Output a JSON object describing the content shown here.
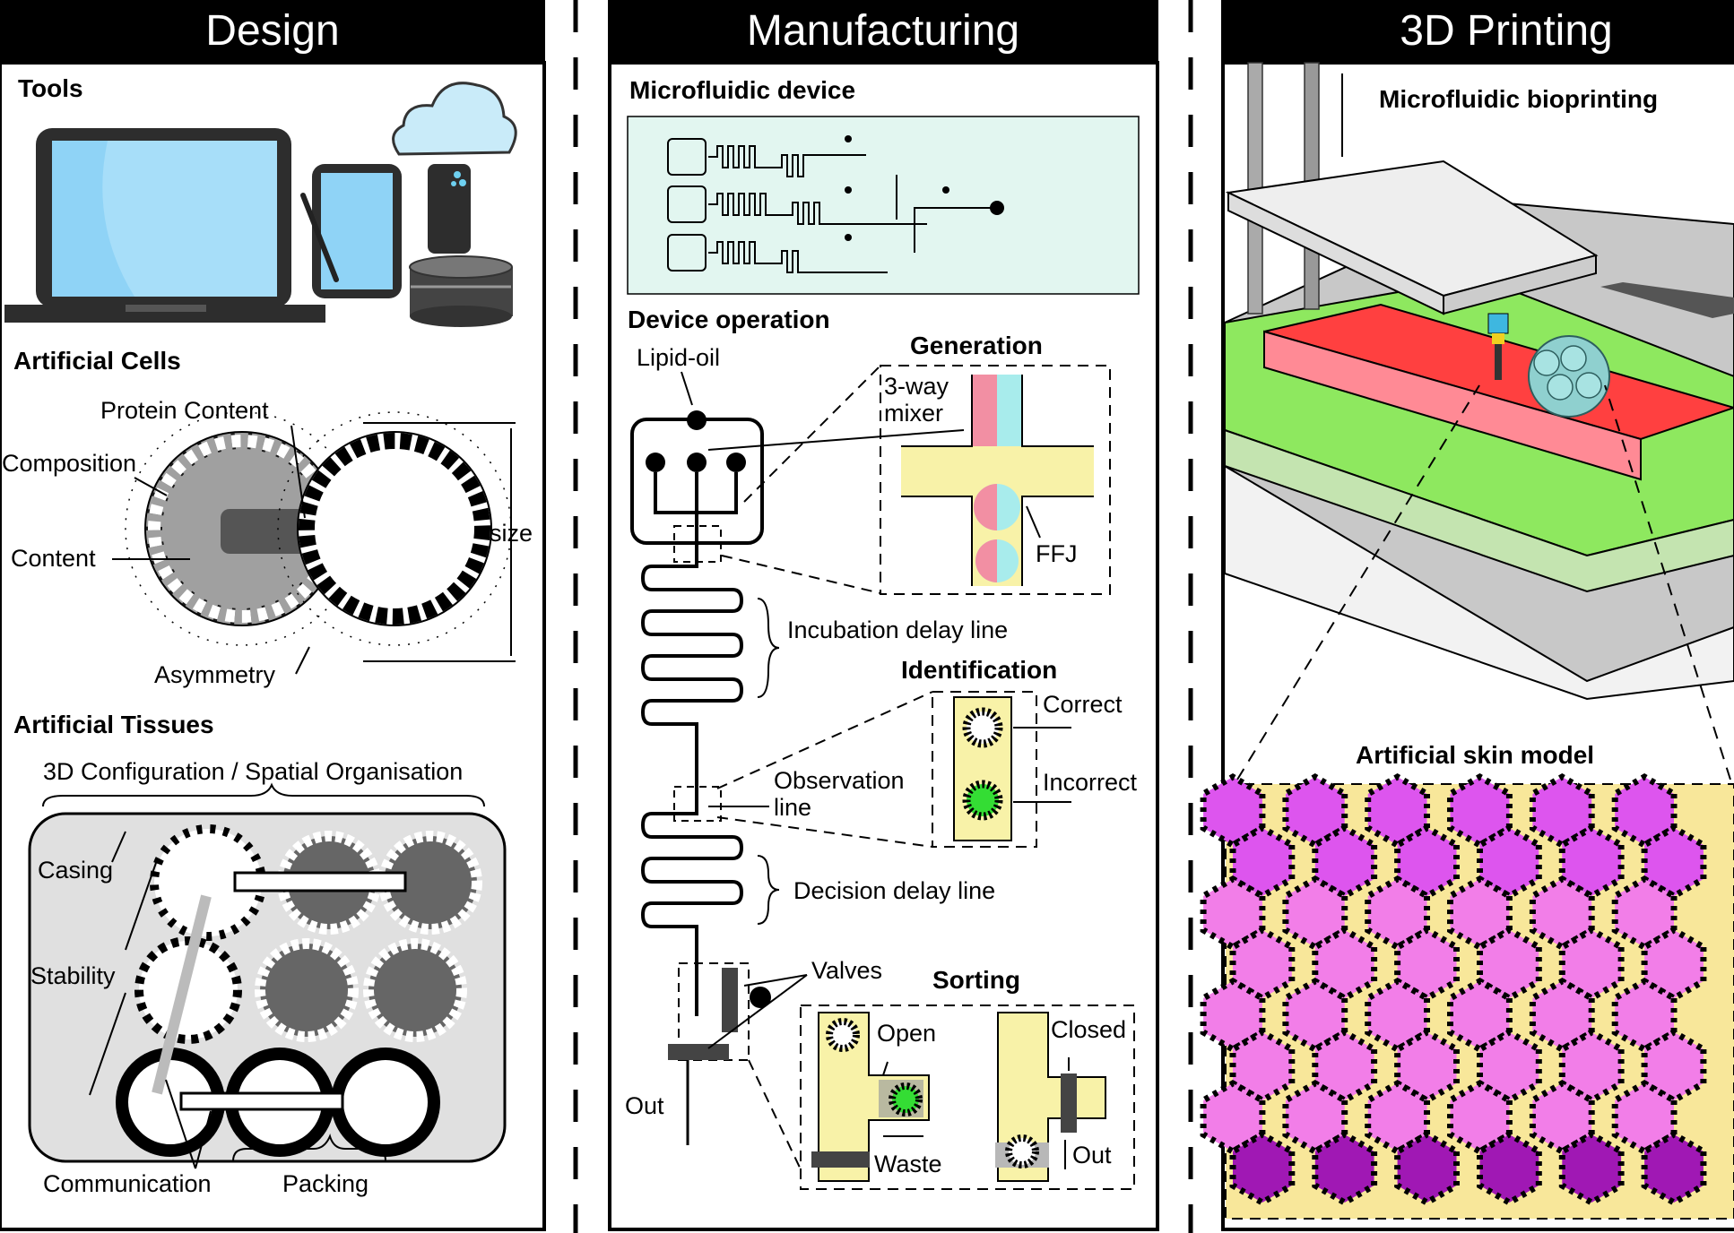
{
  "panels": {
    "design": {
      "title": "Design",
      "tools": "Tools",
      "cells": {
        "heading": "Artificial Cells",
        "protein": "Protein Content",
        "composition": "Composition",
        "content": "Content",
        "size": "size",
        "asymmetry": "Asymmetry"
      },
      "tissues": {
        "heading": "Artificial Tissues",
        "config": "3D Configuration / Spatial Organisation",
        "casing": "Casing",
        "stability": "Stability",
        "communication": "Communication",
        "packing": "Packing"
      }
    },
    "manufacturing": {
      "title": "Manufacturing",
      "device": "Microfluidic device",
      "operation": "Device operation",
      "lipid": "Lipid-oil",
      "generation": "Generation",
      "mixer1": "3-way",
      "mixer2": "mixer",
      "ffj": "FFJ",
      "incubation": "Incubation delay line",
      "identification": "Identification",
      "correct": "Correct",
      "incorrect": "Incorrect",
      "observation1": "Observation",
      "observation2": "line",
      "decision": "Decision delay line",
      "valves": "Valves",
      "sorting": "Sorting",
      "open": "Open",
      "closed": "Closed",
      "waste": "Waste",
      "out": "Out",
      "out2": "Out"
    },
    "printing": {
      "title": "3D Printing",
      "bioprinting": "Microfluidic bioprinting",
      "skin": "Artificial skin model"
    }
  },
  "colors": {
    "header": "#000000",
    "screen": "#8fd3f6",
    "cell_fill": "#a0a0a0",
    "device_bg": "#e2f6f0",
    "channel_yellow": "#f8f2a8",
    "bed_green": "#8ee85f",
    "tray_red": "#ff4040",
    "skin_bg": "#f8e79a",
    "hex_purple": "#dd55ee",
    "hex_pink": "#f27ee8",
    "hex_dark": "#a018b4",
    "droplet_green": "#34dd34",
    "droplet_cyan": "#a8ecec"
  },
  "icons": [
    "laptop-icon",
    "tablet-icon",
    "cloud-icon",
    "phone-icon",
    "server-icon"
  ]
}
